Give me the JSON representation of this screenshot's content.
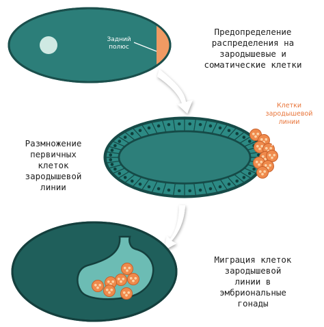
{
  "colors": {
    "embryo_dark": "#1f5f5b",
    "embryo_teal": "#2d7f7a",
    "embryo_light": "#a9dfda",
    "cell_fill": "#1e6f69",
    "cell_nucleus": "#0f3f3c",
    "germ_cell": "#ef8a4c",
    "germ_cell_inner": "#fbd2a6",
    "pole": "#f09a63",
    "arrow": "#ffffff",
    "text": "#1e1e1e",
    "orange_label": "#e8753a"
  },
  "stage1": {
    "pole_label": "Задний\nполюс",
    "description": "Предопределение\nраспределения на\nзародышевые и\nсоматические клетки"
  },
  "stage2": {
    "description": "Размножение\nпервичных\nклеток\nзародышевой\nлинии",
    "germ_label": "Клетки\nзародышевой\nлинии"
  },
  "stage3": {
    "description": "Миграция клеток\nзародышевой\nлинии в\nэмбриональные\nгонады"
  }
}
